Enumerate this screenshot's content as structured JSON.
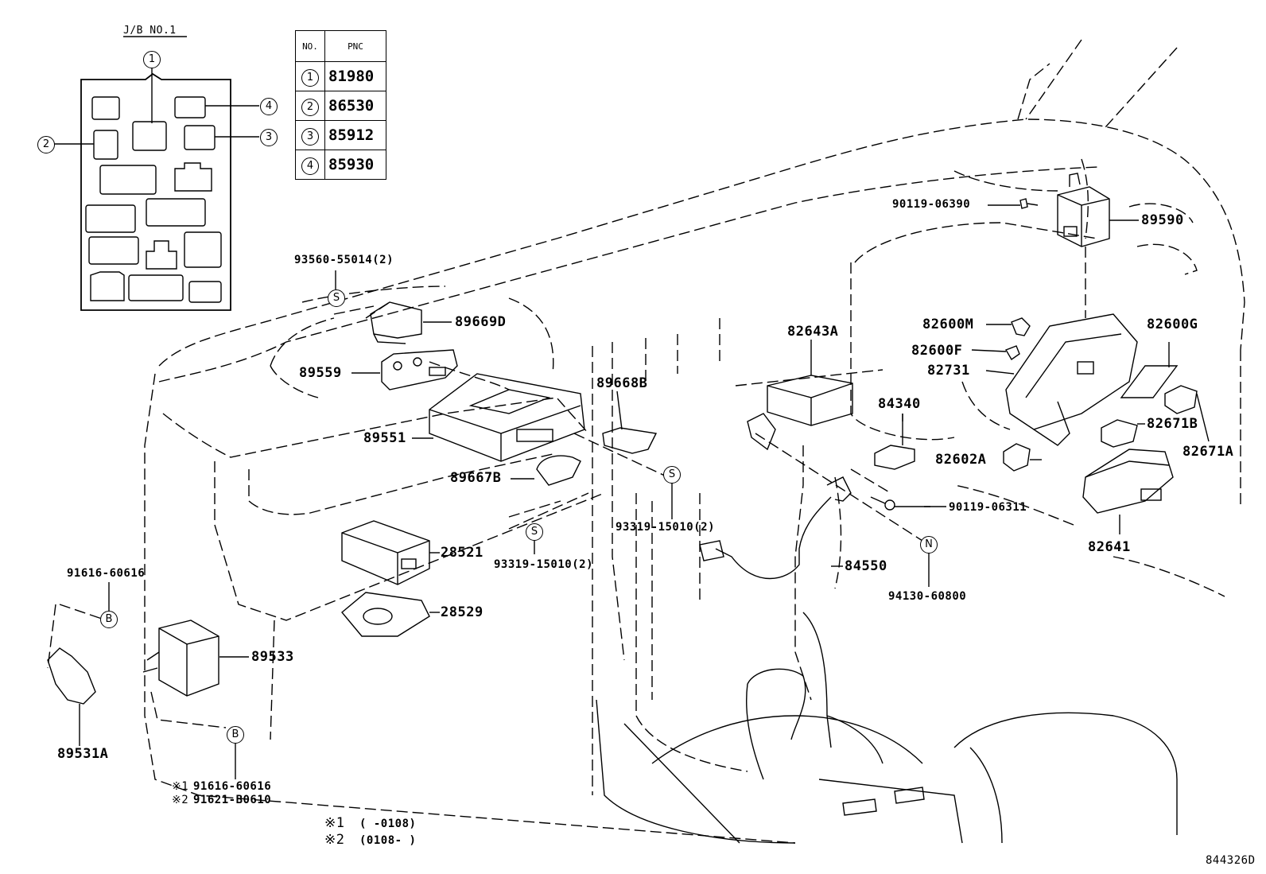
{
  "jb": {
    "title": "J/B NO.1",
    "callouts": [
      "1",
      "2",
      "3",
      "4"
    ]
  },
  "pnc_table": {
    "col_no": "NO.",
    "col_pnc": "PNC",
    "rows": [
      {
        "no": "1",
        "pnc": "81980"
      },
      {
        "no": "2",
        "pnc": "86530"
      },
      {
        "no": "3",
        "pnc": "85912"
      },
      {
        "no": "4",
        "pnc": "85930"
      }
    ]
  },
  "parts": {
    "p93560": "93560-55014(2)",
    "p89669D": "89669D",
    "p89559": "89559",
    "p89551": "89551",
    "p89667B": "89667B",
    "p89668B": "89668B",
    "p93319a": "93319-15010(2)",
    "p93319b": "93319-15010(2)",
    "p28521": "28521",
    "p28529": "28529",
    "p91616a": "91616-60616",
    "p89533": "89533",
    "p89531A": "89531A",
    "p91616b": "91616-60616",
    "p91621": "91621-B0610",
    "p82643A": "82643A",
    "p84340": "84340",
    "p90119a": "90119-06390",
    "p89590": "89590",
    "p82600M": "82600M",
    "p82600F": "82600F",
    "p82731": "82731",
    "p82600G": "82600G",
    "p82671B": "82671B",
    "p82671A": "82671A",
    "p82602A": "82602A",
    "p90119b": "90119-06311",
    "p82641": "82641",
    "p84550": "84550",
    "p94130": "94130-60800"
  },
  "symbols": {
    "s": "S",
    "b": "B",
    "n": "N",
    "note1_mark": "※1",
    "note2_mark": "※2"
  },
  "notes": {
    "n1": "(     -0108)",
    "n2": "(0108-     )"
  },
  "diagram_id": "844326D"
}
